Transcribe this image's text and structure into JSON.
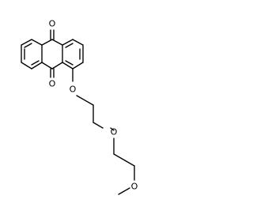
{
  "molecule": {
    "atoms": {
      "o_top": "O",
      "o_bottom": "O",
      "o_ether1": "O",
      "o_ether2": "O",
      "o_methoxy": "O"
    }
  }
}
